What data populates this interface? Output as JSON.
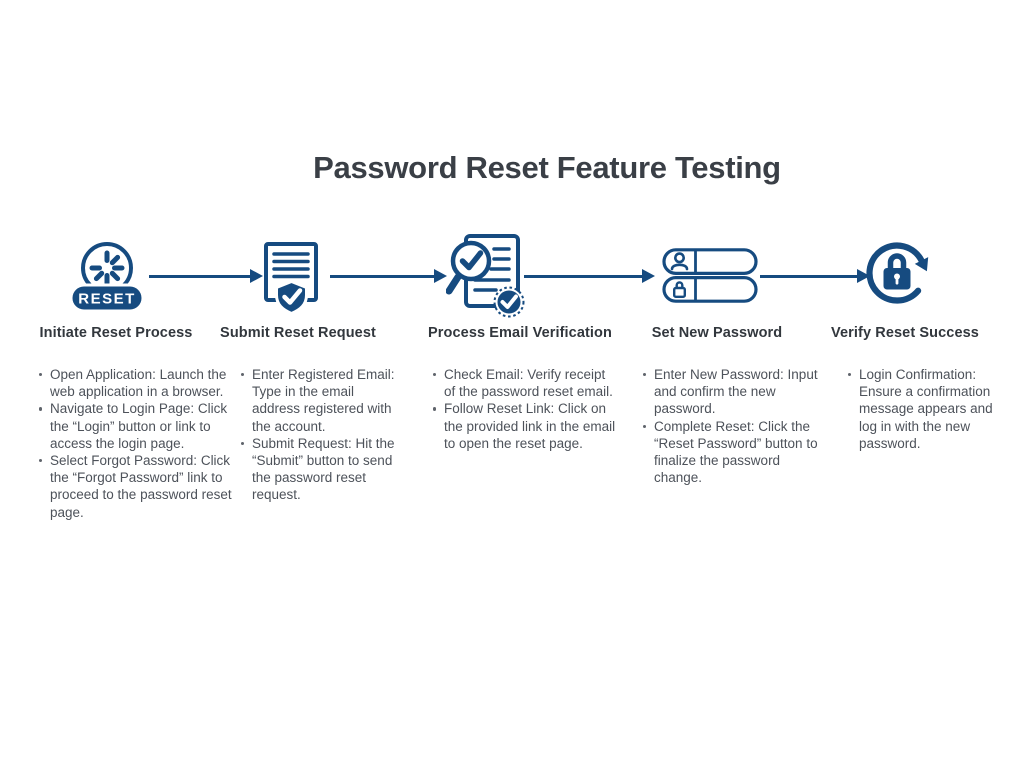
{
  "title": "Password Reset Feature Testing",
  "colors": {
    "accent": "#164b80",
    "title_text": "#3a3f46",
    "heading_text": "#32373d",
    "body_text": "#4d525a",
    "background": "#ffffff"
  },
  "steps": [
    {
      "heading": "Initiate Reset Process",
      "icon": "reset-spinner-icon",
      "badge_label": "RESET",
      "bullets": [
        "Open Application: Launch the web application in a browser.",
        "Navigate to Login Page: Click the “Login” button or link to access the login page.",
        "Select Forgot Password: Click the “Forgot Password” link to proceed to the password reset page."
      ]
    },
    {
      "heading": "Submit Reset Request",
      "icon": "document-shield-check-icon",
      "bullets": [
        "Enter Registered Email: Type in the email address registered with the account.",
        "Submit Request: Hit the “Submit” button to send the password reset request."
      ]
    },
    {
      "heading": "Process Email Verification",
      "icon": "document-search-verified-icon",
      "bullets": [
        "Check Email: Verify receipt of the password reset email.",
        "Follow Reset Link: Click on the provided link in the email to open the reset page."
      ]
    },
    {
      "heading": "Set New Password",
      "icon": "username-password-fields-icon",
      "bullets": [
        "Enter New Password: Input and confirm the new password.",
        "Complete Reset: Click the “Reset Password” button to finalize the password change."
      ]
    },
    {
      "heading": "Verify Reset Success",
      "icon": "lock-refresh-icon",
      "bullets": [
        "Login Confirmation: Ensure a confirmation message appears and log in with the new password."
      ]
    }
  ]
}
